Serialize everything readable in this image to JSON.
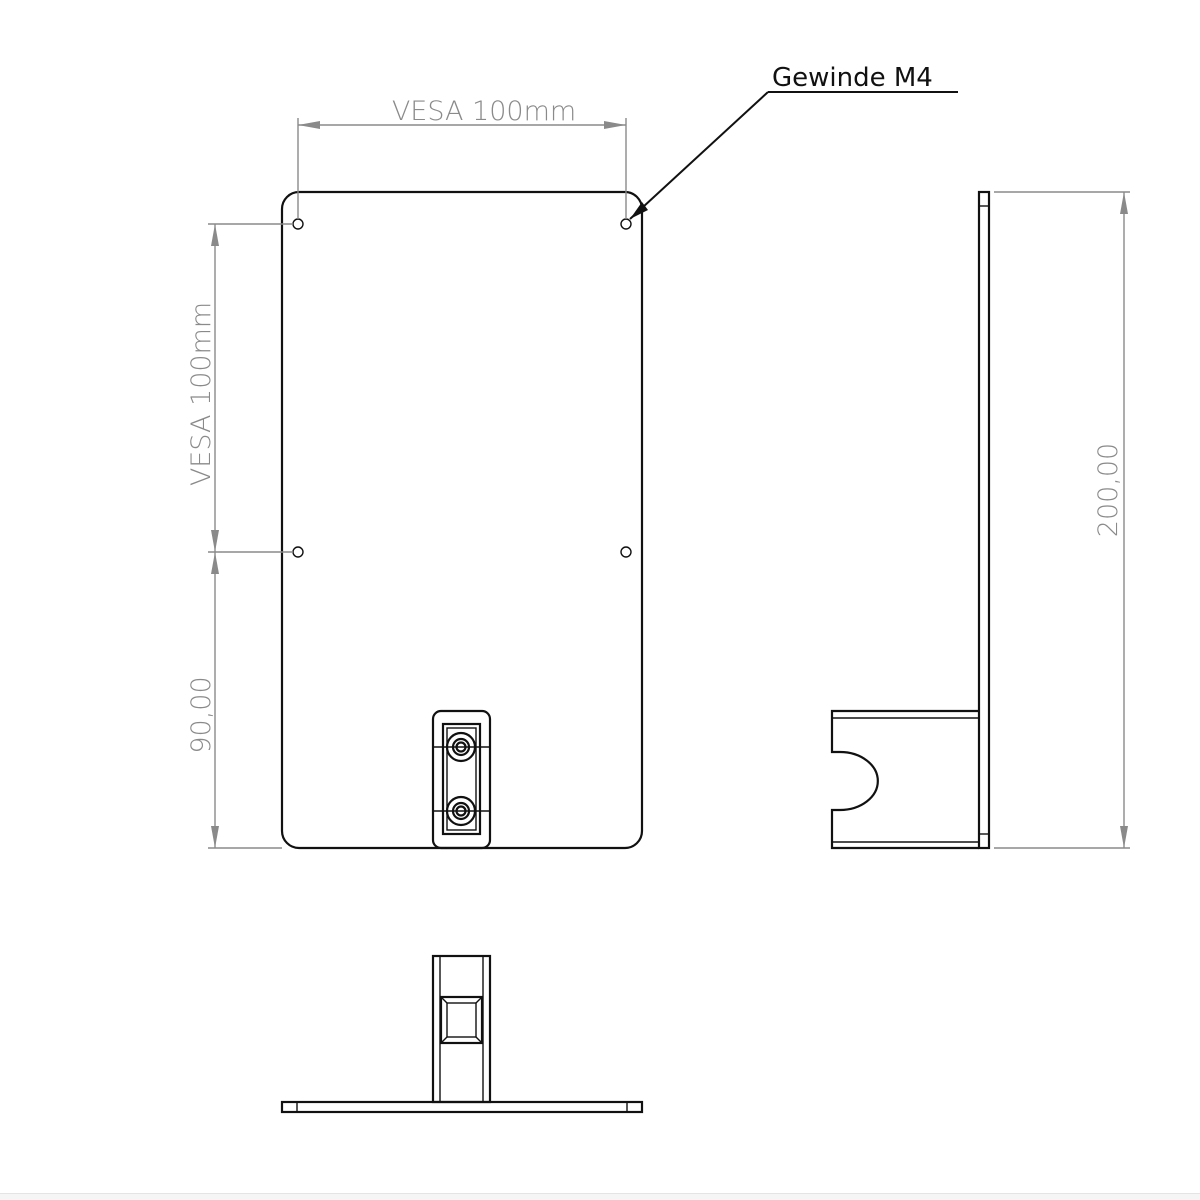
{
  "drawing": {
    "views": {
      "front": "front-view",
      "side": "side-view",
      "top": "top-view"
    },
    "dimensions": {
      "vesa_horizontal": "VESA 100mm",
      "vesa_vertical": "VESA 100mm",
      "lower_height": "90,00",
      "total_height": "200,00"
    },
    "callouts": {
      "thread": "Gewinde M4"
    },
    "colors": {
      "object_line": "#111111",
      "dimension_line": "#8a8a8a",
      "background": "#ffffff"
    }
  }
}
